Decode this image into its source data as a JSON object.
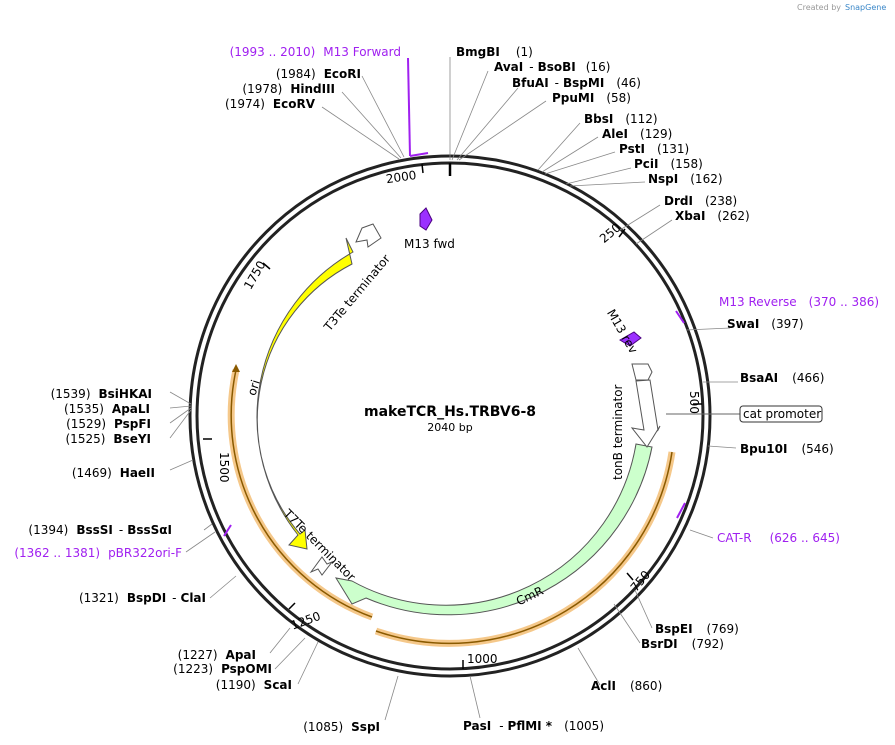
{
  "credit": {
    "created_by": "Created by",
    "brand": "SnapGene"
  },
  "plasmid": {
    "name": "makeTCR_Hs.TRBV6-8",
    "length": "2040 bp"
  },
  "ticks": [
    "2000",
    "250",
    "500",
    "750",
    "1000",
    "1250",
    "1500",
    "1750"
  ],
  "enzymes_right": [
    {
      "name": "BmgBI",
      "pos": "(1)"
    },
    {
      "name": "AvaI",
      "sep": "-",
      "name2": "BsoBI",
      "pos": "(16)"
    },
    {
      "name": "BfuAI",
      "sep": "-",
      "name2": "BspMI",
      "pos": "(46)"
    },
    {
      "name": "PpuMI",
      "pos": "(58)"
    },
    {
      "name": "BbsI",
      "pos": "(112)"
    },
    {
      "name": "AleI",
      "pos": "(129)"
    },
    {
      "name": "PstI",
      "pos": "(131)"
    },
    {
      "name": "PciI",
      "pos": "(158)"
    },
    {
      "name": "NspI",
      "pos": "(162)"
    },
    {
      "name": "DrdI",
      "pos": "(238)"
    },
    {
      "name": "XbaI",
      "pos": "(262)"
    },
    {
      "name": "SwaI",
      "pos": "(397)"
    },
    {
      "name": "BsaAI",
      "pos": "(466)"
    },
    {
      "name": "Bpu10I",
      "pos": "(546)"
    },
    {
      "name": "BspEI",
      "pos": "(769)"
    },
    {
      "name": "BsrDI",
      "pos": "(792)"
    },
    {
      "name": "AclI",
      "pos": "(860)"
    },
    {
      "name": "PasI",
      "sep": "-",
      "name2": "PflMI *",
      "pos": "(1005)"
    }
  ],
  "enzymes_left": [
    {
      "name": "EcoRI",
      "pos": "(1984)"
    },
    {
      "name": "HindIII",
      "pos": "(1978)"
    },
    {
      "name": "EcoRV",
      "pos": "(1974)"
    },
    {
      "name": "BsiHKAI",
      "pos": "(1539)"
    },
    {
      "name": "ApaLI",
      "pos": "(1535)"
    },
    {
      "name": "PspFI",
      "pos": "(1529)"
    },
    {
      "name": "BseYI",
      "pos": "(1525)"
    },
    {
      "name": "HaeII",
      "pos": "(1469)"
    },
    {
      "name": "BssSI",
      "sep": "-",
      "name2": "BssSαI",
      "pos": "(1394)"
    },
    {
      "name": "BspDI",
      "sep": "-",
      "name2": "ClaI",
      "pos": "(1321)"
    },
    {
      "name": "ApaI",
      "pos": "(1227)"
    },
    {
      "name": "PspOMI",
      "pos": "(1223)"
    },
    {
      "name": "ScaI",
      "pos": "(1190)"
    },
    {
      "name": "SspI",
      "pos": "(1085)"
    }
  ],
  "primers": [
    {
      "name": "M13 Forward",
      "range": "(1993 .. 2010)"
    },
    {
      "name": "M13 Reverse",
      "range": "(370 .. 386)"
    },
    {
      "name": "CAT-R",
      "range": "(626 .. 645)"
    },
    {
      "name": "pBR322ori-F",
      "range": "(1362 .. 1381)"
    }
  ],
  "features": {
    "m13_fwd": "M13 fwd",
    "m13_rev": "M13 rev",
    "tonb": "tonB terminator",
    "cat_promoter": "cat promoter",
    "cmr": "CmR",
    "t7te": "T7Te terminator",
    "ori": "ori",
    "t3te": "T3Te terminator"
  },
  "colors": {
    "ring": "#222222",
    "ori": "#ffff00",
    "cmr": "#ccffcc",
    "primer": "#a020f0",
    "highlight": "#f5c88a",
    "feature_purple": "#9b30ff"
  }
}
